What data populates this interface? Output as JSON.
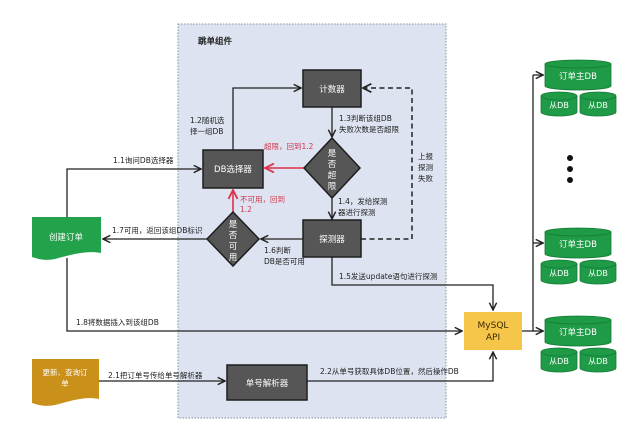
{
  "colors": {
    "component_bg": "#dde3f1",
    "component_border": "#8a8fa0",
    "dark_node": "#565656",
    "dark_node_border": "#1e1e1e",
    "create_order": "#22a24b",
    "update_order": "#c9901a",
    "mysql_api": "#f6c64a",
    "db_green": "#1f9a46",
    "db_green_dark": "#167a36",
    "line": "#222222",
    "red_line": "#e0314b"
  },
  "component": {
    "title": "跳单组件"
  },
  "nodes": {
    "counter": "计数器",
    "db_selector": "DB选择器",
    "detector": "探测器",
    "over_limit": [
      "是",
      "否",
      "超",
      "限"
    ],
    "available": [
      "是",
      "否",
      "可",
      "用"
    ],
    "id_parser": "单号解析器",
    "create_order": "创建订单",
    "update_order": [
      "更新、查询订",
      "单"
    ],
    "mysql_api": [
      "MySQL",
      "API"
    ]
  },
  "databases": [
    {
      "master": "订单主DB",
      "slaves": [
        "从DB",
        "从DB"
      ]
    },
    {
      "master": "订单主DB",
      "slaves": [
        "从DB",
        "从DB"
      ]
    },
    {
      "master": "订单主DB",
      "slaves": [
        "从DB",
        "从DB"
      ]
    }
  ],
  "edges": {
    "e1_1": "1.1询问DB选择器",
    "e1_2": [
      "1.2随机选",
      "择一组DB"
    ],
    "e1_3": [
      "1.3判断该组DB",
      "失败次数是否超限"
    ],
    "e_over": "超限，回到1.2",
    "e1_4": [
      "1.4，发给探测",
      "器进行探测"
    ],
    "e_report": [
      "上报",
      "探测",
      "失败"
    ],
    "e_unavail": [
      "不可用，回到",
      "1.2"
    ],
    "e1_6": [
      "1.6判断",
      "DB是否可用"
    ],
    "e1_7": "1.7可用，返回该组DB标识",
    "e1_5": "1.5发送update语句进行探测",
    "e1_8": "1.8将数据插入到该组DB",
    "e2_1": "2.1把订单号传给单号解析器",
    "e2_2": "2.2从单号获取具体DB位置，然后操作DB"
  }
}
